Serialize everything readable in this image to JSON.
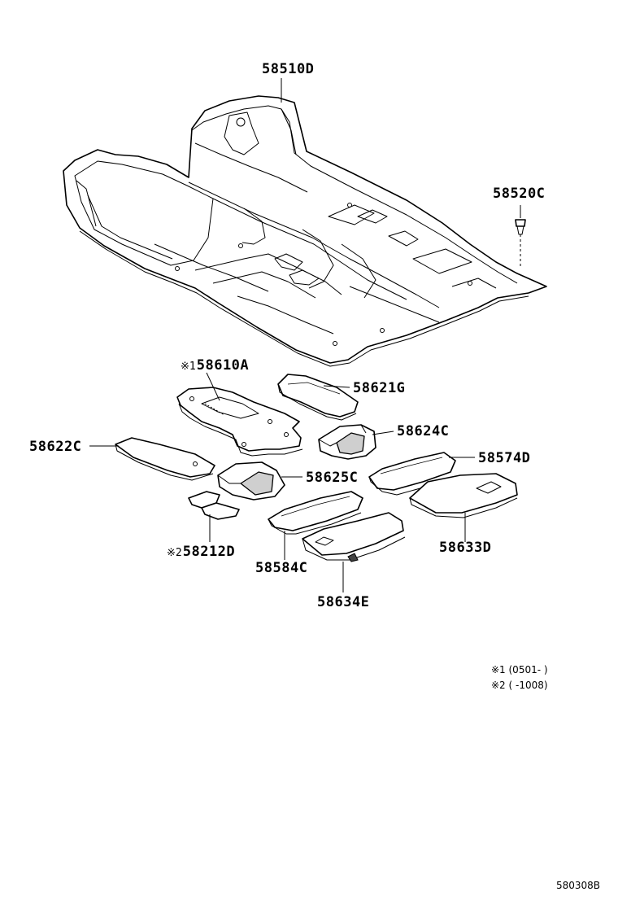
{
  "parts": {
    "p58510D": "58510D",
    "p58520C": "58520C",
    "p58610A": "58610A",
    "p58621G": "58621G",
    "p58624C": "58624C",
    "p58622C": "58622C",
    "p58574D": "58574D",
    "p58625C": "58625C",
    "p58212D": "58212D",
    "p58633D": "58633D",
    "p58584C": "58584C",
    "p58634E": "58634E"
  },
  "marks": {
    "m1": "※1",
    "m2": "※2"
  },
  "notes": {
    "note1": "※1 (0501-       )",
    "note2": "※2 (       -1008)"
  },
  "diagram_code": "580308B"
}
